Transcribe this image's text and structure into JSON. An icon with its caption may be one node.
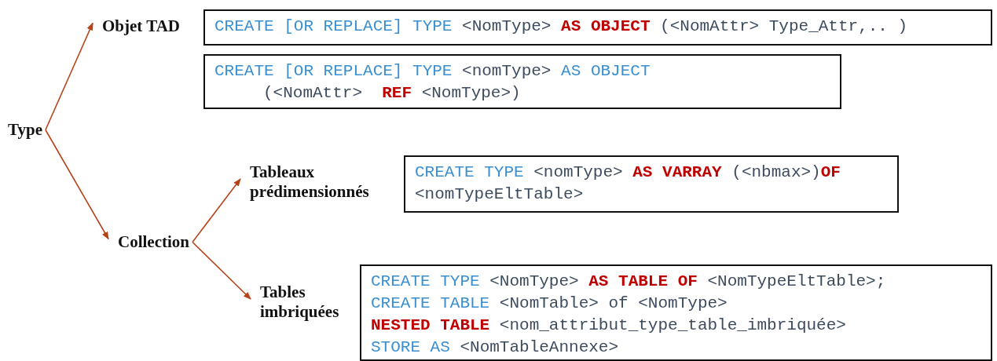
{
  "diagram": {
    "nodes": [
      {
        "text": [
          "Type"
        ]
      },
      {
        "text": [
          "Objet TAD"
        ]
      },
      {
        "text": [
          "*CREATE [OR REPLACE] TYPE* <NomType> **AS OBJECT** (<NomAttr> Type_Attr,.. )"
        ]
      },
      {
        "text": [
          "*CREATE [OR REPLACE] TYPE* <nomType> *AS OBJECT*",
          "(<NomAttr>  **REF** <NomType>)"
        ]
      },
      {
        "text": [
          "Collection"
        ]
      },
      {
        "text": [
          "Tableaux prédimensionnés"
        ]
      },
      {
        "text": [
          "*CREATE TYPE* <nomType> **AS VARRAY** (<nbmax>)**OF**",
          "<nomTypeEltTable>"
        ]
      },
      {
        "text": [
          "Tables imbriquées"
        ]
      },
      {
        "text": [
          "*CREATE TYPE* <NomType> **AS TABLE OF** <NomTypeEltTable>;",
          "*CREATE TABLE* <NomTable> of <NomType>",
          "**NESTED TABLE** <nom_attribut_type_table_imbriquée>",
          "*STORE AS* <NomTableAnnexe>"
        ]
      }
    ],
    "edges": [
      {
        "from": 0,
        "to": 1,
        "arrow": "to"
      },
      {
        "from": 0,
        "to": 4,
        "arrow": "to"
      },
      {
        "from": 4,
        "to": 5,
        "arrow": "to"
      },
      {
        "from": 4,
        "to": 7,
        "arrow": "to"
      }
    ]
  }
}
